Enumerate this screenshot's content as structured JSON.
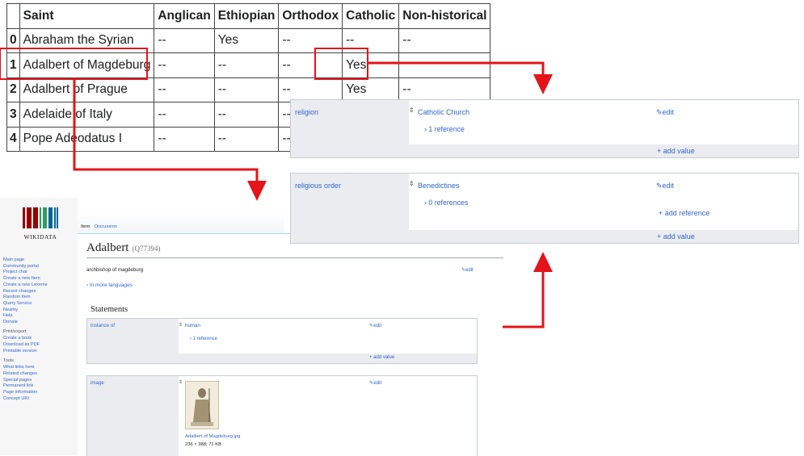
{
  "table": {
    "headers": [
      "",
      "Saint",
      "Anglican",
      "Ethiopian",
      "Orthodox",
      "Catholic",
      "Non-historical"
    ],
    "rows": [
      [
        "0",
        "Abraham the Syrian",
        "--",
        "Yes",
        "--",
        "--",
        "--"
      ],
      [
        "1",
        "Adalbert of Magdeburg",
        "--",
        "--",
        "--",
        "Yes",
        ""
      ],
      [
        "2",
        "Adalbert of Prague",
        "--",
        "--",
        "--",
        "Yes",
        "--"
      ],
      [
        "3",
        "Adelaide of Italy",
        "--",
        "--",
        "--",
        "",
        ""
      ],
      [
        "4",
        "Pope Adeodatus I",
        "--",
        "--",
        "--",
        "",
        ""
      ]
    ]
  },
  "wikidata": {
    "logo_text": "WIKIDATA",
    "tabs": {
      "item": "Item",
      "discussion": "Discussion"
    },
    "nav": {
      "main": [
        "Main page",
        "Community portal",
        "Project chat",
        "Create a new Item",
        "Create a new Lexeme",
        "Recent changes",
        "Random Item",
        "Query Service",
        "Nearby",
        "Help",
        "Donate"
      ],
      "print_heading": "Print/export",
      "print": [
        "Create a book",
        "Download as PDF",
        "Printable version"
      ],
      "tools_heading": "Tools",
      "tools": [
        "What links here",
        "Related changes",
        "Special pages",
        "Permanent link",
        "Page information",
        "Concept URI"
      ]
    },
    "title": "Adalbert",
    "qid": "(Q77394)",
    "description": "archbishop of magdeburg",
    "edit": "edit",
    "more_languages": "In more languages",
    "statements_heading": "Statements",
    "statements": [
      {
        "property": "instance of",
        "value": "human",
        "references": "1 reference",
        "add_value": "+ add value"
      },
      {
        "property": "image",
        "caption": "Adalbert of Magdeburg.jpg",
        "dims": "236 × 388; 71 KB"
      }
    ]
  },
  "zoomed": [
    {
      "property": "religion",
      "value": "Catholic Church",
      "references": "1 reference",
      "edit": "edit",
      "add_value": "+ add value"
    },
    {
      "property": "religious order",
      "value": "Benedictines",
      "references": "0 references",
      "edit": "edit",
      "add_reference": "+ add reference",
      "add_value": "+ add value"
    }
  ],
  "colors": {
    "highlight": "#e3141a",
    "link": "#3366cc",
    "statement_bg": "#eaecf0"
  },
  "icons": {
    "rank": "rank-normal-icon",
    "edit": "pencil-icon"
  }
}
